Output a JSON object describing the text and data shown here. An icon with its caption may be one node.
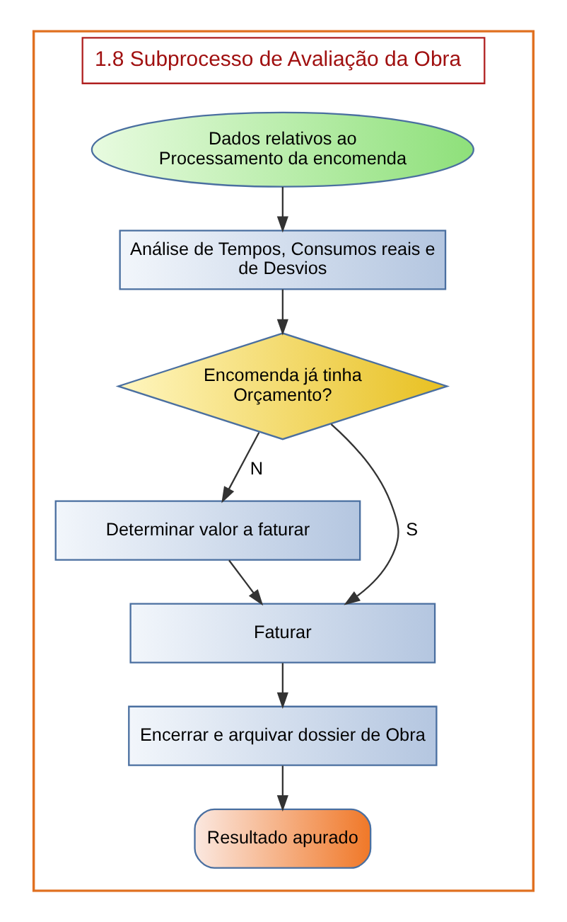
{
  "diagram": {
    "nodes": [
      {
        "text": [
          "1.8 Subprocesso de Avaliação da Obra"
        ]
      },
      {
        "text": [
          "Dados relativos ao Processamento da encomenda"
        ],
        "in": 0
      },
      {
        "text": [
          "Análise de Tempos, Consumos reais e de Desvios"
        ],
        "in": 0
      },
      {
        "text": [
          "Encomenda já tinha Orçamento?"
        ],
        "in": 0
      },
      {
        "text": [
          "Determinar valor a faturar"
        ],
        "in": 0
      },
      {
        "text": [
          "Faturar"
        ],
        "in": 0
      },
      {
        "text": [
          "Encerrar e arquivar dossier de Obra"
        ],
        "in": 0
      },
      {
        "text": [
          "Resultado apurado"
        ],
        "in": 0
      }
    ],
    "edges": [
      {
        "from": 1,
        "to": 2,
        "arrow": "to"
      },
      {
        "from": 2,
        "to": 3,
        "arrow": "to"
      },
      {
        "from": 3,
        "to": 4,
        "arrow": "to",
        "label": "N"
      },
      {
        "from": 3,
        "to": 5,
        "arrow": "to",
        "label": "S"
      },
      {
        "from": 4,
        "to": 5,
        "arrow": "to"
      },
      {
        "from": 5,
        "to": 6,
        "arrow": "to"
      },
      {
        "from": 6,
        "to": 7,
        "arrow": "to"
      }
    ]
  }
}
